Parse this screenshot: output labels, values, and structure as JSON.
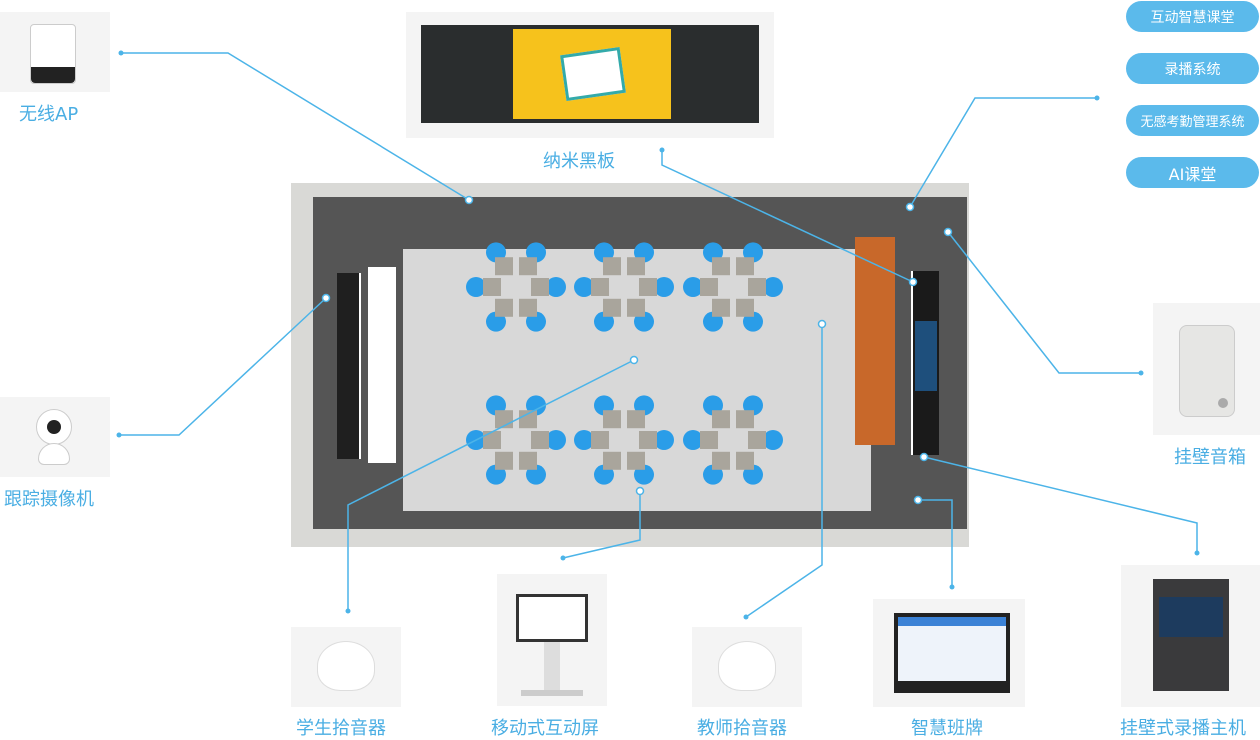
{
  "devices": {
    "ap": "无线AP",
    "blackboard": "纳米黑板",
    "camera": "跟踪摄像机",
    "speaker": "挂壁音箱",
    "student_mic": "学生拾音器",
    "mobile_screen": "移动式互动屏",
    "teacher_mic": "教师拾音器",
    "class_sign": "智慧班牌",
    "recording_host": "挂壁式录播主机"
  },
  "systems": [
    "互动智慧课堂",
    "录播系统",
    "无感考勤管理系统",
    "AI课堂"
  ],
  "colors": {
    "accent": "#5bbaeb",
    "label": "#4aaee3",
    "line": "#4cb4e8"
  }
}
